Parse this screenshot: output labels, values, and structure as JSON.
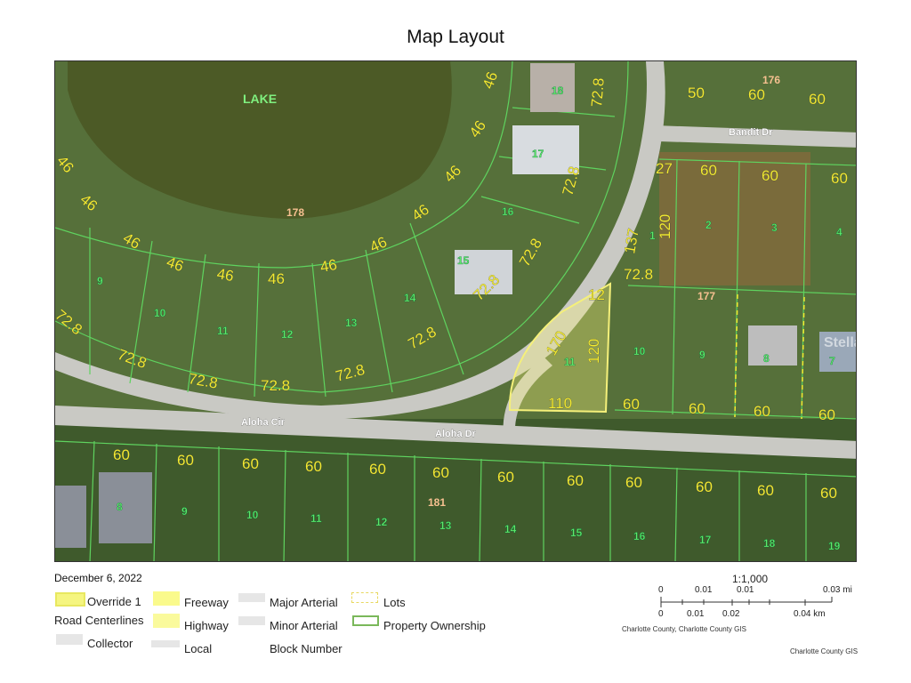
{
  "title": "Map Layout",
  "date": "December 6, 2022",
  "map": {
    "lake_label": "LAKE",
    "roads": [
      "Bandit Dr",
      "Aloha Cir",
      "Aloha Dr"
    ],
    "watermark": "Stellar MLS",
    "dimension_labels": [
      "46",
      "46",
      "46",
      "46",
      "46",
      "46",
      "46",
      "46",
      "46",
      "46",
      "46",
      "46",
      "72.8",
      "72.8",
      "72.8",
      "72.8",
      "72.8",
      "72.8",
      "72.8",
      "72.8",
      "72.8",
      "72.8",
      "72.8",
      "50",
      "60",
      "60",
      "27",
      "60",
      "60",
      "60",
      "137",
      "120",
      "12",
      "170",
      "120",
      "110",
      "60",
      "60",
      "60",
      "60",
      "60",
      "60",
      "60",
      "60",
      "60",
      "60",
      "60",
      "60",
      "60",
      "60",
      "60",
      "60"
    ],
    "lot_numbers": [
      "18",
      "17",
      "16",
      "15",
      "14",
      "13",
      "12",
      "11",
      "10",
      "9",
      "1",
      "2",
      "3",
      "4",
      "11",
      "10",
      "9",
      "8",
      "7",
      "8",
      "9",
      "10",
      "11",
      "12",
      "13",
      "14",
      "15",
      "16",
      "17",
      "18",
      "19"
    ],
    "block_numbers": [
      "178",
      "177",
      "176",
      "181"
    ],
    "colors": {
      "parcel_line": "#5fd35f",
      "dimension_text": "#f2ea30",
      "lot_text": "#5eea6a",
      "block_text": "#f6c090",
      "override_highlight": "#f5f07a"
    }
  },
  "legend": {
    "items": [
      {
        "label": "Override 1",
        "swatch": "#f5f580"
      },
      {
        "label": "Road Centerlines"
      },
      {
        "label": "Collector",
        "swatch": "#e6e6e6"
      },
      {
        "label": "Freeway",
        "swatch": "#fafa8c"
      },
      {
        "label": "Highway",
        "swatch": "#fafa9c"
      },
      {
        "label": "Local",
        "swatch": "#e6e6e6"
      },
      {
        "label": "Major Arterial",
        "swatch": "#e6e6e6"
      },
      {
        "label": "Minor Arterial",
        "swatch": "#e6e6e6"
      },
      {
        "label": "Block Number"
      },
      {
        "label": "Lots",
        "swatch": "dashed-yellow"
      },
      {
        "label": "Property Ownership",
        "swatch": "green-outline"
      }
    ]
  },
  "scale": {
    "ratio": "1:1,000",
    "mi_ticks": [
      "0",
      "0.01",
      "0.01",
      "0.03 mi"
    ],
    "km_ticks": [
      "0",
      "0.01",
      "0.02",
      "0.04 km"
    ]
  },
  "credits": {
    "scale_credit": "Charlotte County, Charlotte County GIS",
    "footer_credit": "Charlotte County GIS"
  }
}
